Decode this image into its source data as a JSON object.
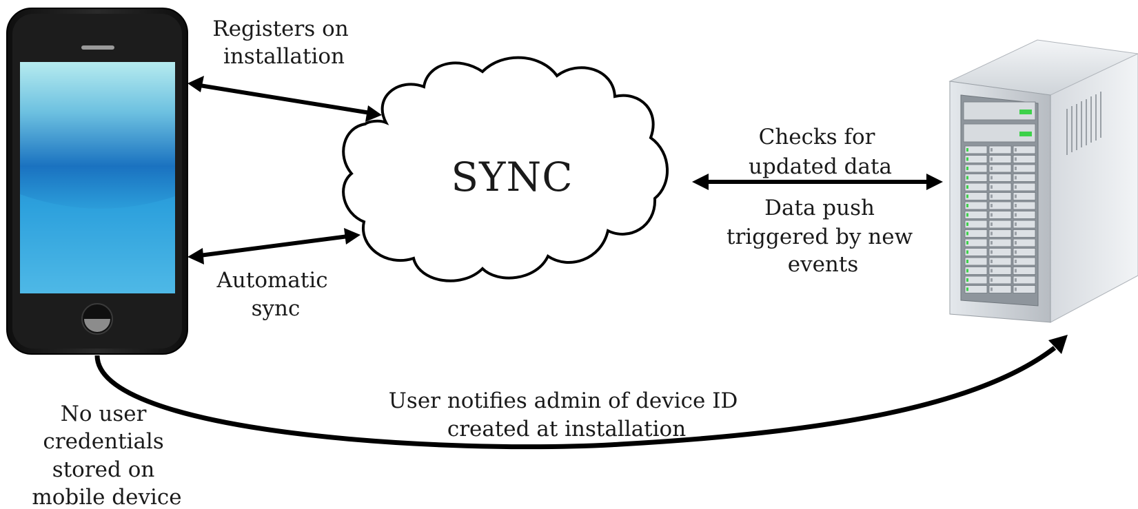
{
  "cloud": {
    "label": "SYNC"
  },
  "labels": {
    "registers": [
      "Registers on",
      "installation"
    ],
    "automatic_sync": [
      "Automatic",
      "sync"
    ],
    "checks": [
      "Checks for",
      "updated data"
    ],
    "data_push": [
      "Data push",
      "triggered by new",
      "events"
    ],
    "user_notifies": [
      "User notifies admin of device ID",
      "created at installation"
    ],
    "no_credentials": [
      "No user",
      "credentials",
      "stored on",
      "mobile device"
    ]
  },
  "icons": {
    "phone": "smartphone-icon",
    "server": "server-tower-icon",
    "cloud": "cloud-icon"
  },
  "colors": {
    "line": "#000000",
    "text": "#1a1a1a",
    "phone_body": "#1c1c1c",
    "screen_top": "#a8e0ea",
    "screen_mid": "#1e7fc8",
    "server_body": "#c9ced3",
    "server_led": "#3dd14a"
  }
}
